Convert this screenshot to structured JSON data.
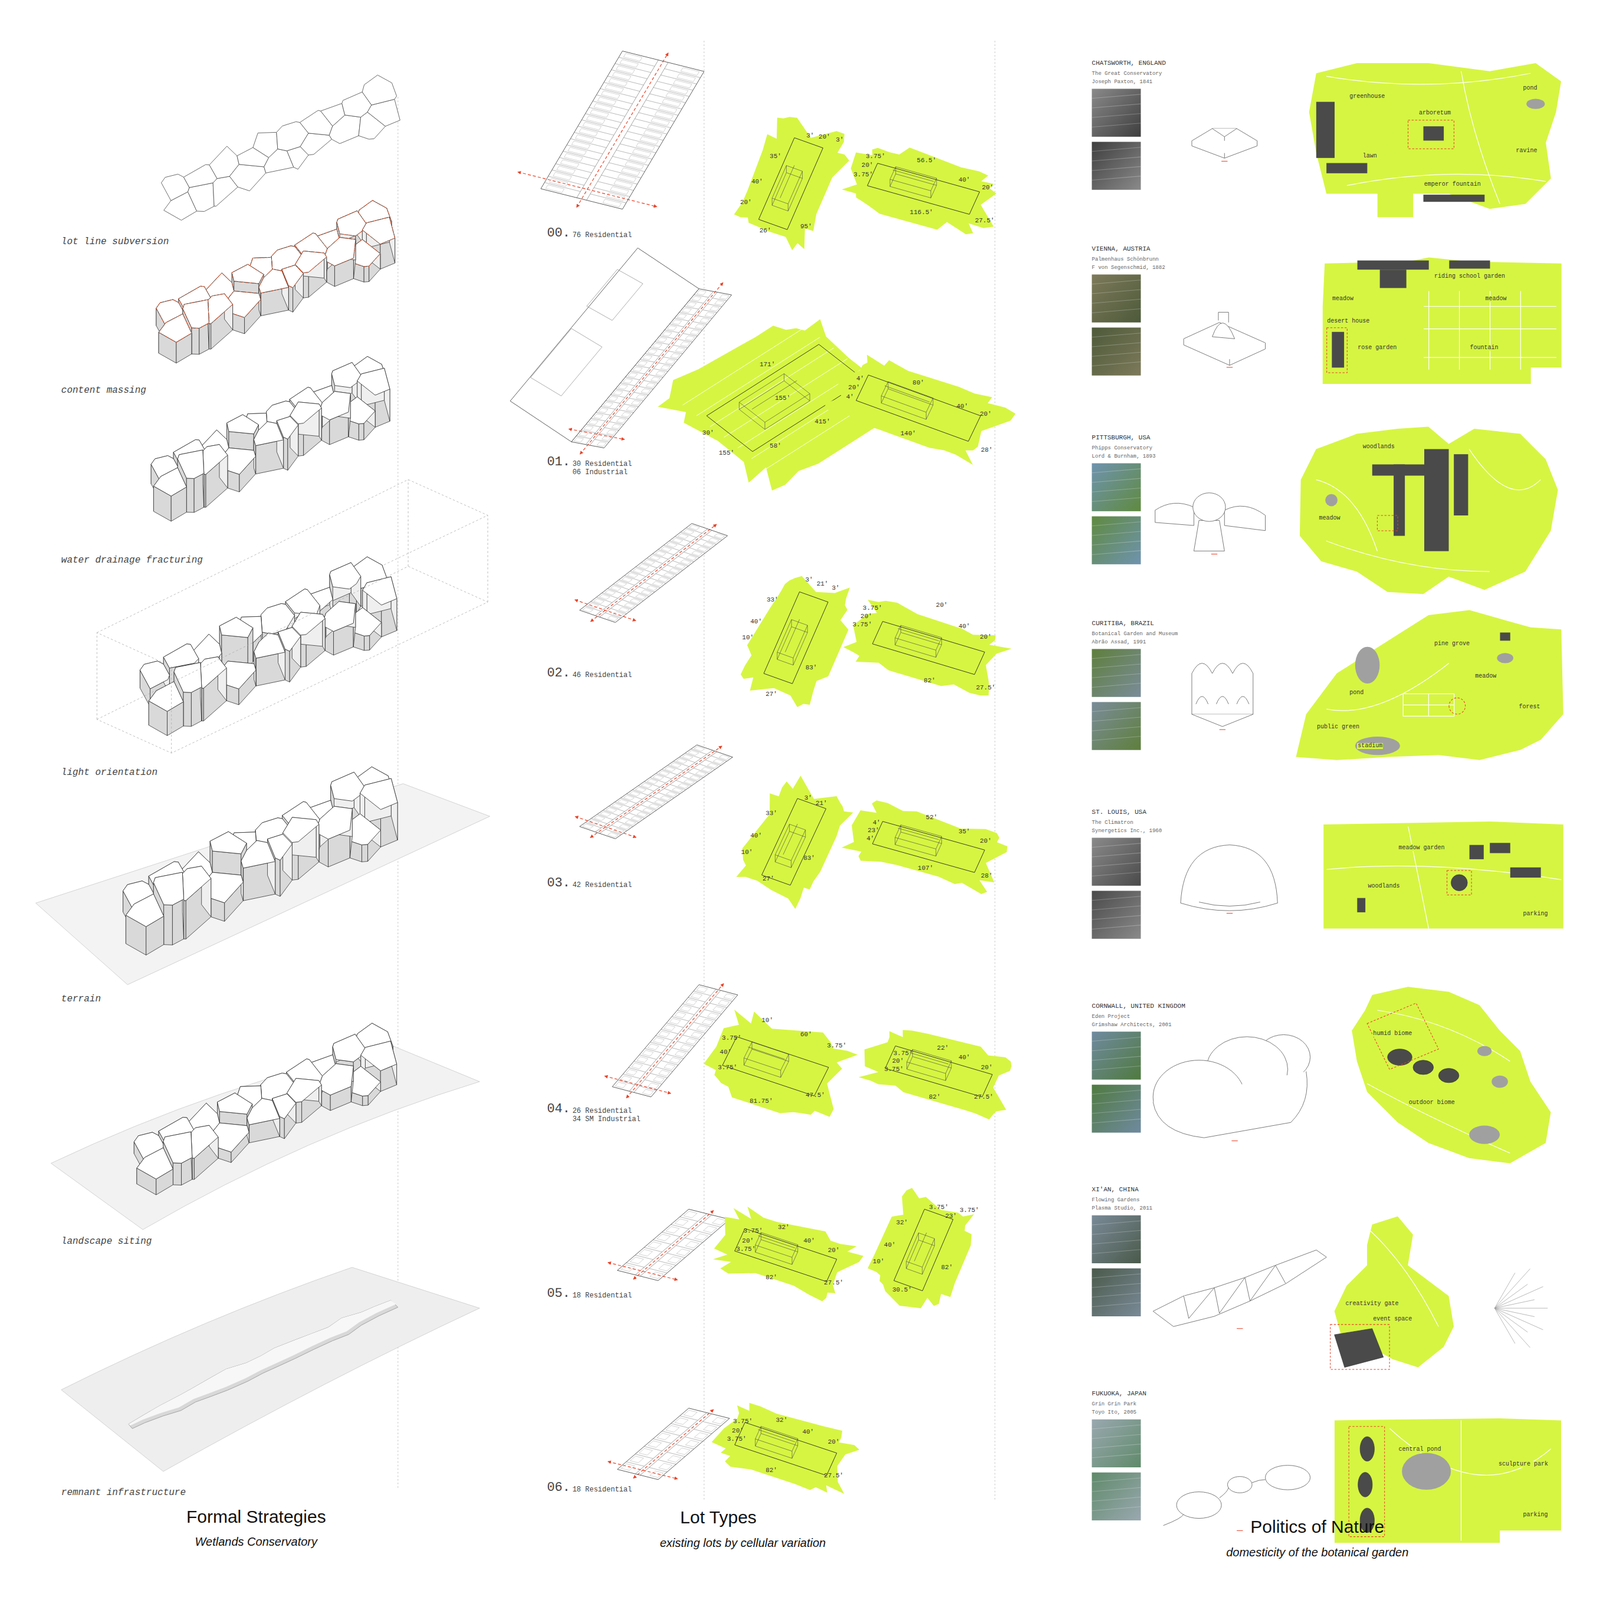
{
  "diagram": {
    "nodes": [
      {
        "text": [
          "arboretum",
          "pond",
          "greenhouse",
          "lawn",
          "ravine",
          "emperor fountain"
        ]
      },
      {
        "text": [
          "riding school garden",
          "meadow",
          "meadow",
          "rose garden",
          "fountain",
          "desert house"
        ]
      },
      {
        "text": [
          "woodlands",
          "meadow"
        ]
      },
      {
        "text": [
          "pine grove",
          "pond",
          "meadow",
          "forest",
          "public green",
          "stadium"
        ]
      },
      {
        "text": [
          "meadow garden",
          "woodlands",
          "parking"
        ]
      },
      {
        "text": [
          "humid biome",
          "outdoor biome"
        ]
      },
      {
        "text": [
          "creativity gate",
          "event space"
        ]
      },
      {
        "text": [
          "central pond",
          "sculpture park",
          "parking"
        ]
      }
    ],
    "labels": [
      "lot line subversion",
      "content massing",
      "water drainage fracturing",
      "light orientation",
      "terrain",
      "landscape siting",
      "remnant infrastructure",
      "Formal Strategies",
      "Wetlands Conservatory",
      "Lot Types",
      "existing lots by cellular variation",
      "Politics of Nature",
      "domesticity of the botanical garden",
      "00.",
      "76 Residential",
      "3'",
      "20'",
      "3'",
      "35'",
      "40'",
      "20'",
      "95'",
      "26'",
      "3.75'",
      "20'",
      "3.75'",
      "56.5'",
      "40'",
      "20'",
      "116.5'",
      "27.5'",
      "01.",
      "30 Residential 06 Industrial",
      "171'",
      "155'",
      "415'",
      "30'",
      "155'",
      "58'",
      "4'",
      "20'",
      "4'",
      "80'",
      "40'",
      "20'",
      "140'",
      "28'",
      "02.",
      "46 Residential",
      "33'",
      "3'",
      "21'",
      "3'",
      "40'",
      "10'",
      "83'",
      "27'",
      "3.75'",
      "20'",
      "3.75'",
      "20'",
      "40'",
      "20'",
      "82'",
      "27.5'",
      "03.",
      "42 Residential",
      "3'",
      "21'",
      "33'",
      "40'",
      "10'",
      "83'",
      "27'",
      "4'",
      "23'",
      "4'",
      "52'",
      "35'",
      "20'",
      "107'",
      "28'",
      "04.",
      "26 Residential 34 SM Industrial",
      "10'",
      "60'",
      "3.75'",
      "3.75'",
      "40'",
      "3.75'",
      "81.75'",
      "47.5'",
      "3.75'",
      "20'",
      "3.75'",
      "22'",
      "40'",
      "20'",
      "82'",
      "27.5'",
      "05.",
      "18 Residential",
      "3.75'",
      "32'",
      "20'",
      "3.75'",
      "40'",
      "20'",
      "82'",
      "27.5'",
      "3.75'",
      "32'",
      "23'",
      "3.75'",
      "40'",
      "10'",
      "82'",
      "30.5'",
      "06.",
      "18 Residential",
      "3.75'",
      "32'",
      "20'",
      "3.75'",
      "40'",
      "20'",
      "82'",
      "27.5'",
      "CHATSWORTH, ENGLAND",
      "The Great Conservatory",
      "Joseph Paxton, 1841",
      "VIENNA, AUSTRIA",
      "Palmenhaus Schönbrunn",
      "F von Segenschmid, 1882",
      "PITTSBURGH, USA",
      "Phipps Conservatory",
      "Lord & Burnham, 1893",
      "CURITIBA, BRAZIL",
      "Botanical Garden and Museum",
      "Abrão Assad, 1991",
      "ST. LOUIS, USA",
      "The Climatron",
      "Synergetics Inc., 1960",
      "CORNWALL, UNITED KINGDOM",
      "Eden Project",
      "Grimshaw Architects, 2001",
      "XI'AN, CHINA",
      "Flowing Gardens",
      "Plasma Studio, 2011",
      "FUKUOKA, JAPAN",
      "Grin Grin Park",
      "Toyo Ito, 2005"
    ]
  }
}
